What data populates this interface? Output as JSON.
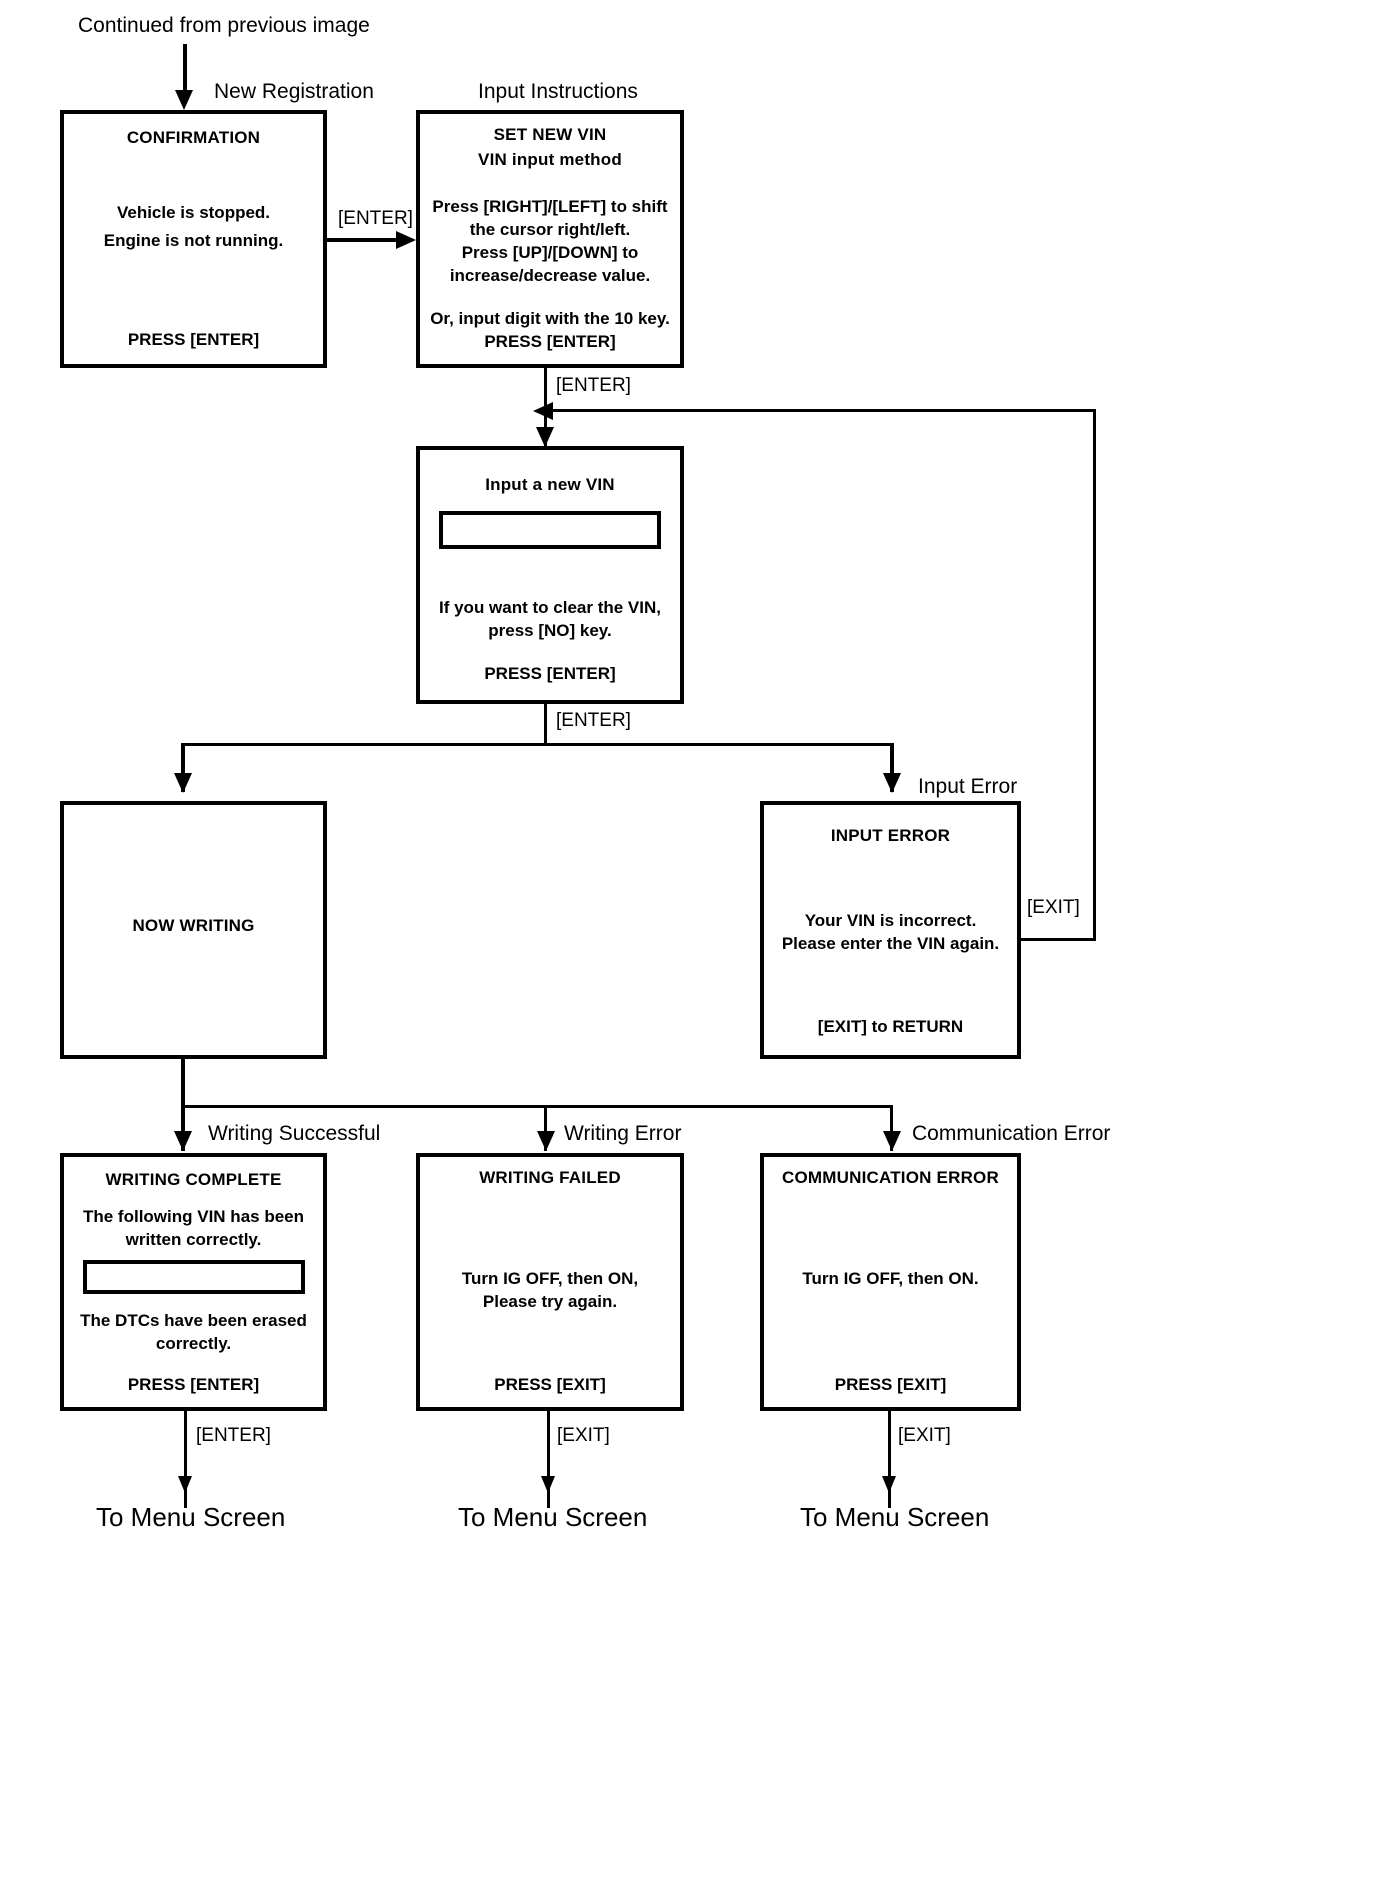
{
  "diagram": {
    "title_note": "Continued from previous image",
    "annotations": {
      "new_registration": "New Registration",
      "input_instructions": "Input Instructions",
      "input_error": "Input Error",
      "writing_successful": "Writing Successful",
      "writing_error": "Writing Error",
      "communication_error": "Communication Error"
    },
    "edge_labels": {
      "enter_1": "[ENTER]",
      "enter_2": "[ENTER]",
      "enter_3": "[ENTER]",
      "exit_loop": "[EXIT]",
      "enter_menu": "[ENTER]",
      "exit_menu_1": "[EXIT]",
      "exit_menu_2": "[EXIT]"
    },
    "terminals": {
      "menu_1": "To Menu Screen",
      "menu_2": "To Menu Screen",
      "menu_3": "To Menu Screen"
    },
    "boxes": {
      "confirmation": {
        "title": "CONFIRMATION",
        "line1": "Vehicle is stopped.",
        "line2": "Engine is not running.",
        "footer": "PRESS [ENTER]"
      },
      "set_new_vin": {
        "title1": "SET NEW VIN",
        "title2": "VIN input method",
        "line1": "Press [RIGHT]/[LEFT] to shift",
        "line2": "the cursor right/left.",
        "line3": "Press [UP]/[DOWN] to",
        "line4": "increase/decrease value.",
        "line5": "Or, input digit with the 10 key.",
        "footer": "PRESS [ENTER]"
      },
      "input_new_vin": {
        "title": "Input a new VIN",
        "field_value": "",
        "line1": "If you want to clear the VIN,",
        "line2": "press [NO] key.",
        "footer": "PRESS [ENTER]"
      },
      "now_writing": {
        "title": "NOW WRITING"
      },
      "input_error": {
        "title": "INPUT ERROR",
        "line1": "Your VIN is incorrect.",
        "line2": "Please enter the VIN again.",
        "footer": "[EXIT] to RETURN"
      },
      "writing_complete": {
        "title": "WRITING COMPLETE",
        "line1": "The following VIN has been",
        "line2": "written correctly.",
        "field_value": "",
        "line3": "The DTCs have been erased",
        "line4": "correctly.",
        "footer": "PRESS [ENTER]"
      },
      "writing_failed": {
        "title": "WRITING FAILED",
        "line1": "Turn IG OFF, then ON,",
        "line2": "Please try again.",
        "footer": "PRESS [EXIT]"
      },
      "communication_error": {
        "title": "COMMUNICATION ERROR",
        "line1": "Turn IG OFF, then ON.",
        "footer": "PRESS [EXIT]"
      }
    },
    "colors": {
      "line": "#000000",
      "background": "#ffffff"
    }
  }
}
